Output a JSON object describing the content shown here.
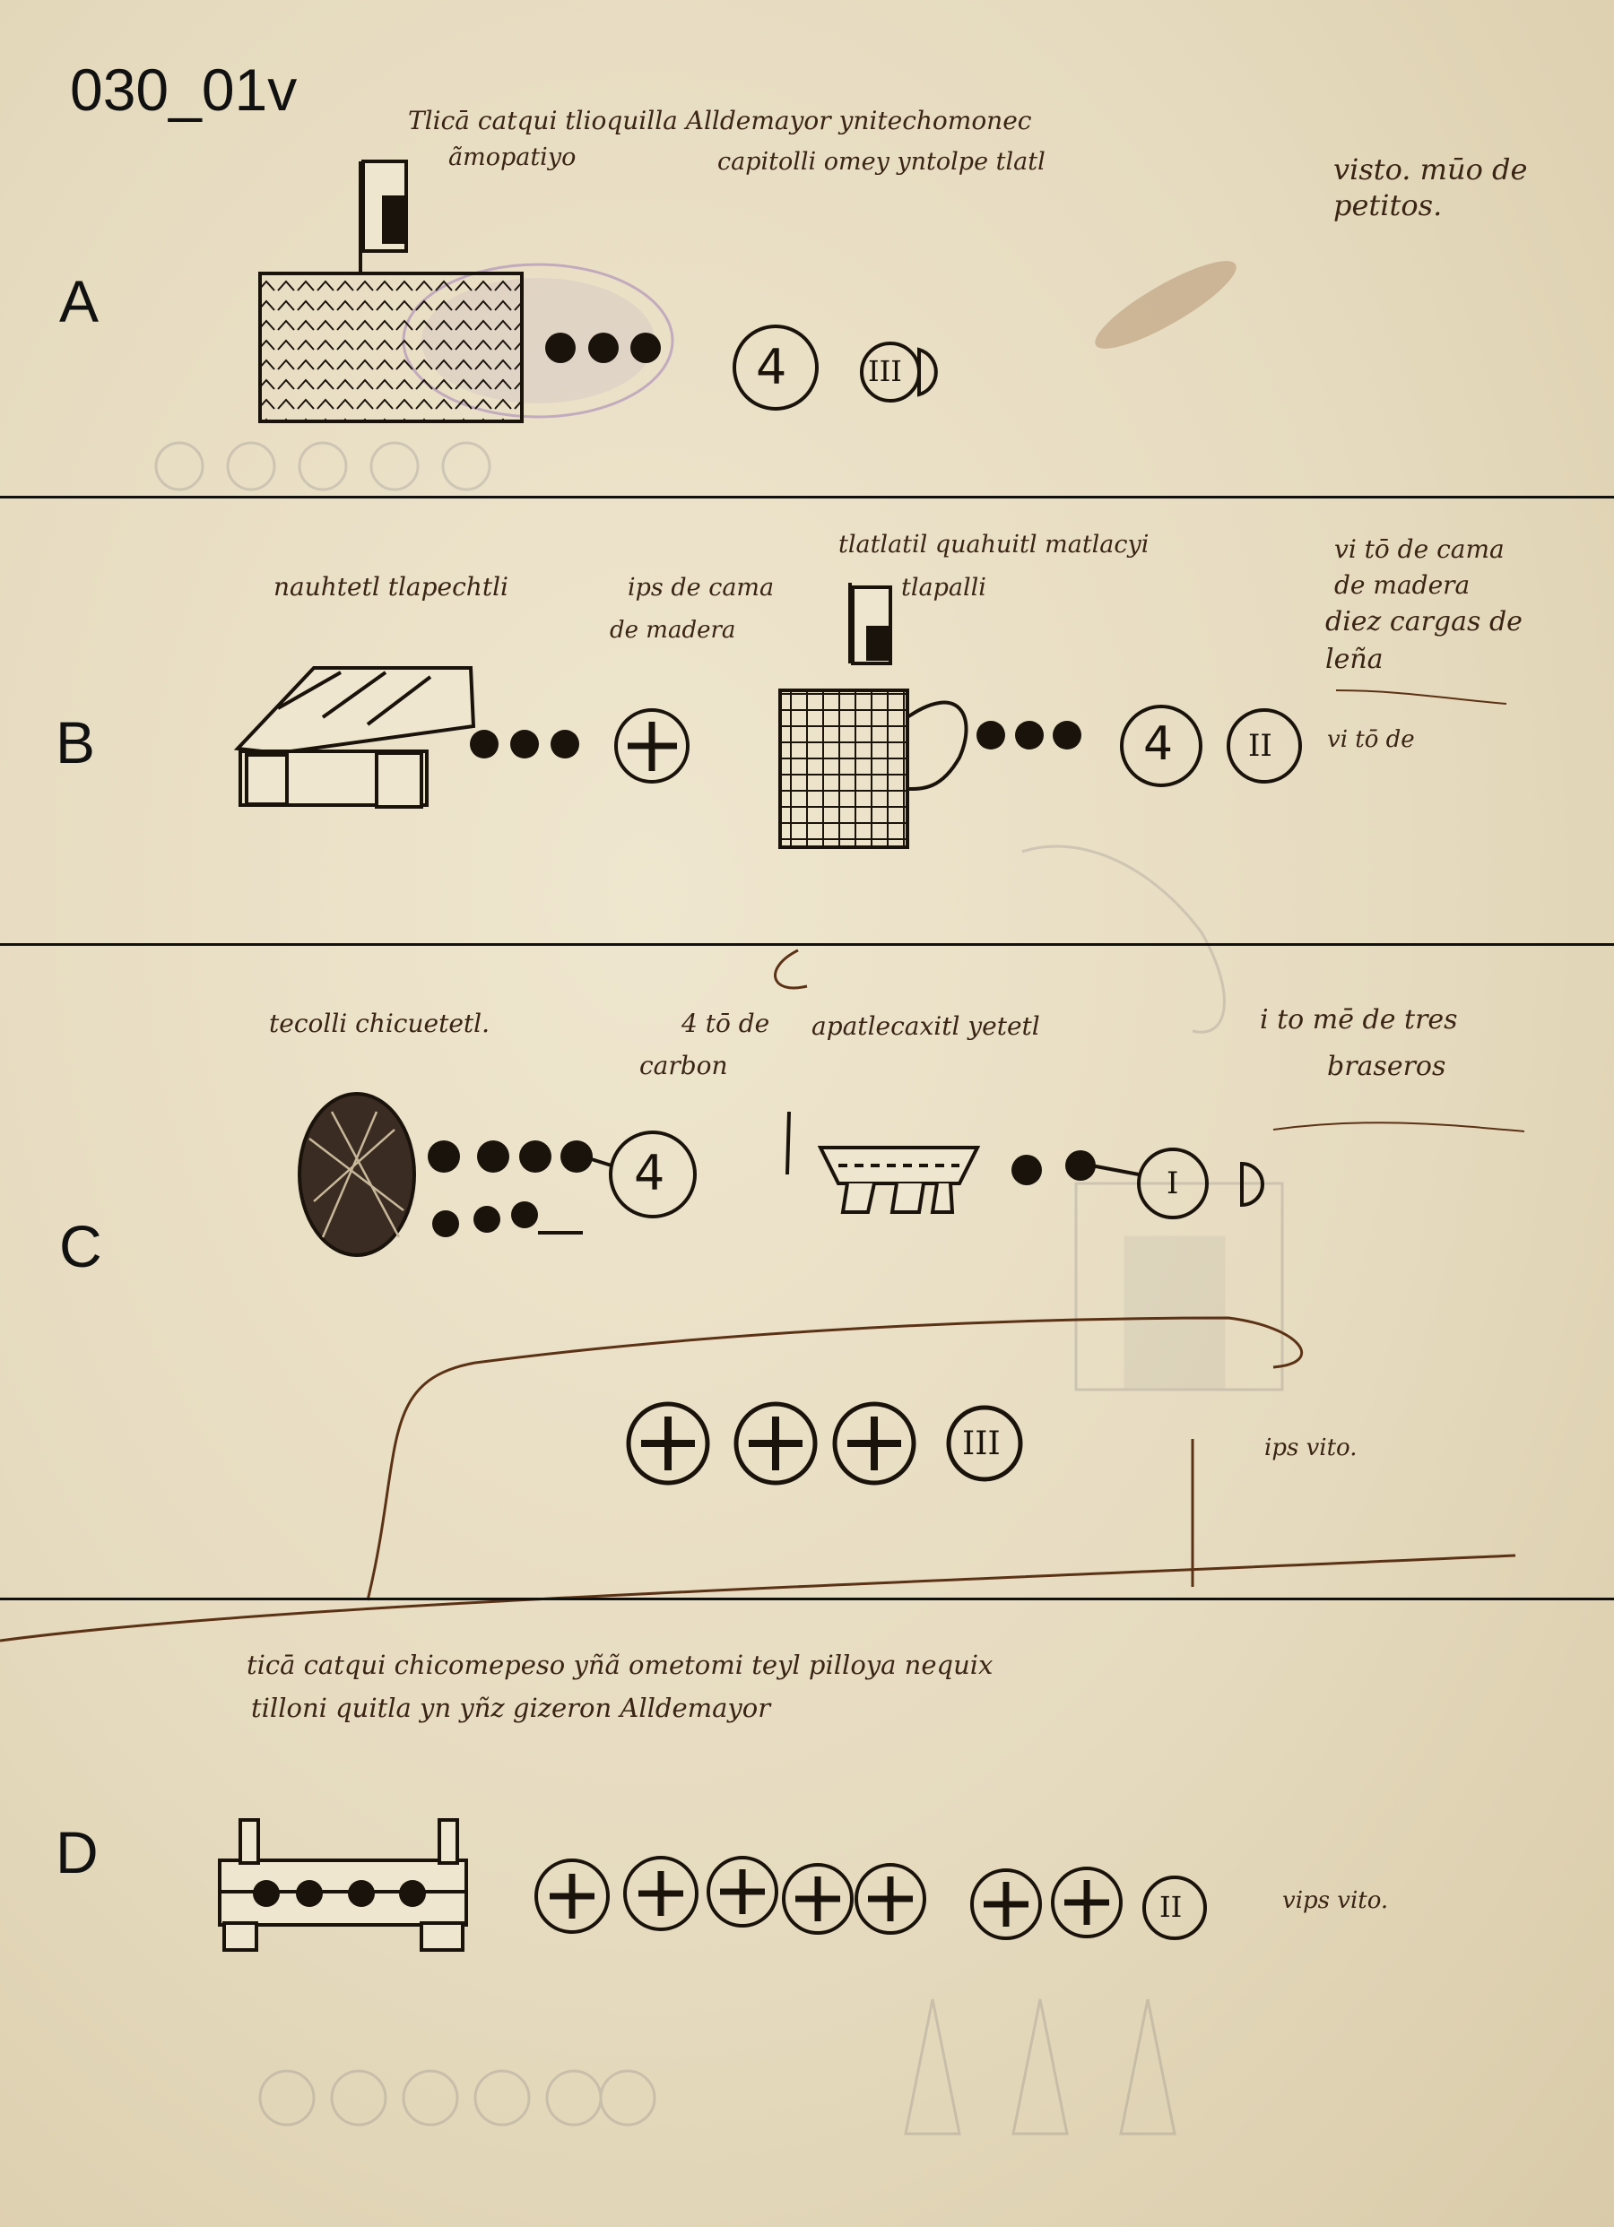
{
  "folio": "030_01v",
  "rows": [
    {
      "label": "A",
      "glosses": [
        {
          "text": "Tlicā catqui tlioquilla Alldemayor ynitechomonec"
        },
        {
          "text": "ãmopatiyo"
        },
        {
          "text": "capitolli omey yntolpe tlatl"
        },
        {
          "text": "visto. mūo de"
        },
        {
          "text": "petitos."
        }
      ],
      "counts": {
        "4": "4",
        "3": "III"
      }
    },
    {
      "label": "B",
      "glosses": [
        {
          "text": "nauhtetl tlapechtli"
        },
        {
          "text": "ips de cama"
        },
        {
          "text": "de madera"
        },
        {
          "text": "tlatlatil quahuitl matlacyi"
        },
        {
          "text": "tlapalli"
        },
        {
          "text": "vi tō de cama"
        },
        {
          "text": "de madera"
        },
        {
          "text": "diez cargas de"
        },
        {
          "text": "leña"
        },
        {
          "text": "vi tō de"
        }
      ],
      "counts": {
        "4": "4",
        "2": "II"
      }
    },
    {
      "label": "C",
      "glosses": [
        {
          "text": "tecolli chicuetetl."
        },
        {
          "text": "4 tō de"
        },
        {
          "text": "carbon"
        },
        {
          "text": "apatlecaxitl yetetl"
        },
        {
          "text": "i to mē de tres"
        },
        {
          "text": "braseros"
        },
        {
          "text": "ips vito."
        }
      ],
      "counts": {
        "4": "4",
        "1": "I",
        "3": "III"
      }
    },
    {
      "label": "D",
      "glosses": [
        {
          "text": "ticā catqui chicomepeso yñã ometomi teyl pilloya nequix"
        },
        {
          "text": "tilloni quitla yn yñz gizeron Alldemayor"
        },
        {
          "text": "vips vito."
        }
      ],
      "counts": {
        "2": "II"
      }
    }
  ]
}
